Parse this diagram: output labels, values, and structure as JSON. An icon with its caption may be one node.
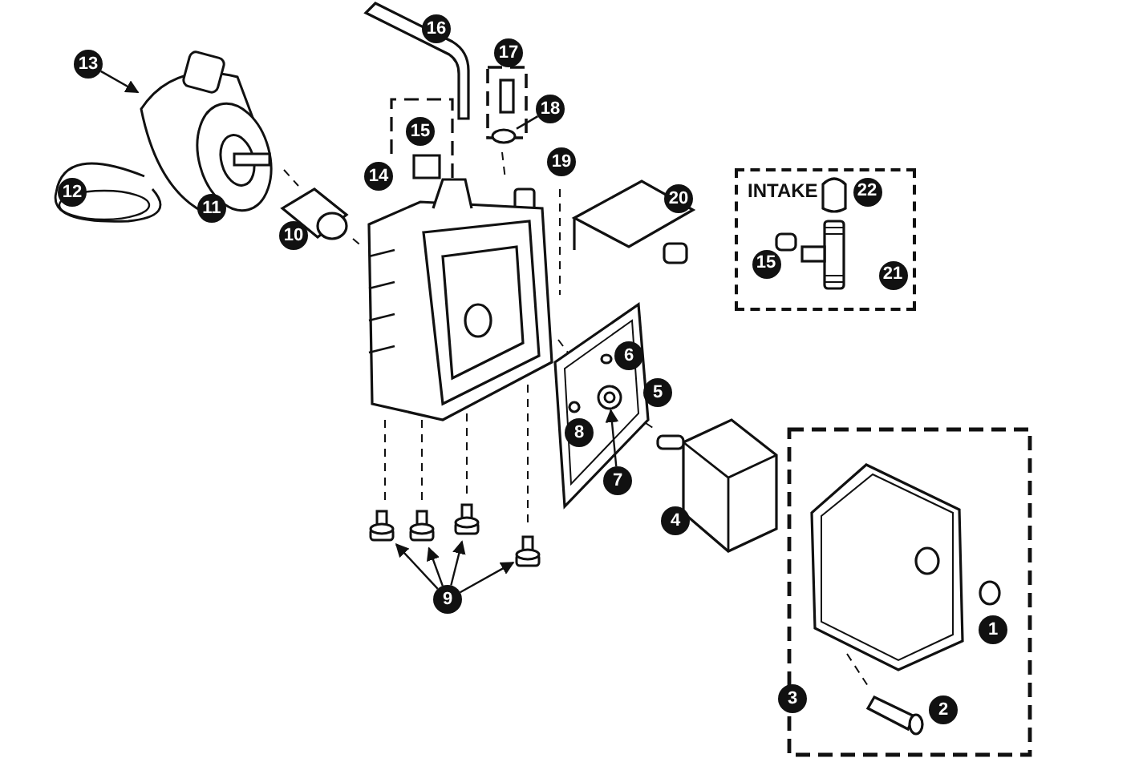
{
  "diagram": {
    "nodes": [
      {
        "text": [
          "13"
        ]
      },
      {
        "text": [],
        "shape": "picture"
      },
      {
        "text": [
          "16"
        ]
      },
      {
        "text": [
          "17"
        ]
      },
      {
        "text": [
          "18"
        ]
      },
      {
        "text": [],
        "shape": "circle"
      },
      {
        "text": [
          "15"
        ]
      },
      {
        "text": [
          "14"
        ]
      },
      {
        "text": [
          "19"
        ]
      },
      {
        "text": [
          "12"
        ]
      },
      {
        "text": [
          "11"
        ]
      },
      {
        "text": [
          "10"
        ]
      },
      {
        "text": [
          "20"
        ]
      },
      {
        "text": [
          "INTAKE"
        ]
      },
      {
        "text": [
          "22"
        ],
        "in": 13
      },
      {
        "text": [
          "15"
        ],
        "in": 13
      },
      {
        "text": [
          "21"
        ],
        "in": 13
      },
      {
        "text": [
          "6"
        ]
      },
      {
        "text": [
          "5"
        ]
      },
      {
        "text": [
          "8"
        ]
      },
      {
        "text": [
          "7"
        ]
      },
      {
        "text": [],
        "shape": "picture"
      },
      {
        "text": [
          "4"
        ]
      },
      {
        "text": [
          "9"
        ]
      },
      {
        "text": [],
        "shape": "picture"
      },
      {
        "text": [],
        "shape": "picture"
      },
      {
        "text": [],
        "shape": "picture"
      },
      {
        "text": [],
        "shape": "picture"
      },
      {
        "text": [
          "1"
        ]
      },
      {
        "text": [
          "3"
        ]
      },
      {
        "text": [
          "2"
        ]
      }
    ],
    "edges": [
      {
        "from": 0,
        "to": 1,
        "arrow": "to"
      },
      {
        "from": 4,
        "to": 5,
        "arrow": "none"
      },
      {
        "from": 20,
        "to": 21,
        "arrow": "to"
      },
      {
        "from": 23,
        "to": 24,
        "arrow": "to"
      },
      {
        "from": 23,
        "to": 25,
        "arrow": "to"
      },
      {
        "from": 23,
        "to": 26,
        "arrow": "to"
      },
      {
        "from": 23,
        "to": 27,
        "arrow": "to"
      }
    ]
  }
}
